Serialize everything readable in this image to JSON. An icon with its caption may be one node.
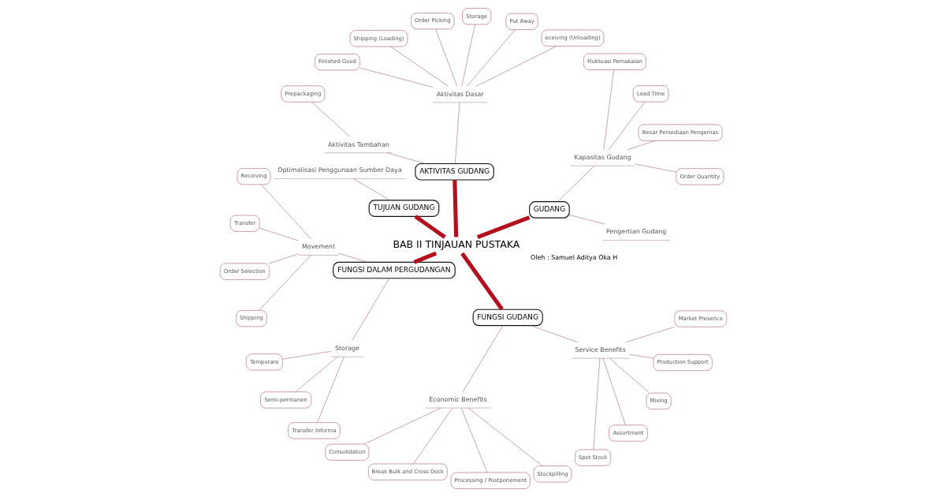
{
  "diagram": {
    "nodes": [
      {
        "text": [
          "BAB II TINJAUAN PUSTAKA"
        ]
      },
      {
        "text": [
          "GUDANG"
        ]
      },
      {
        "text": [
          "Pengertian Gudang"
        ]
      },
      {
        "text": [
          "Kapasitas Gudang"
        ]
      },
      {
        "text": [
          "Order Quantity"
        ]
      },
      {
        "text": [
          "Besar Persediaan Pengemas"
        ]
      },
      {
        "text": [
          "Lead Time"
        ]
      },
      {
        "text": [
          "Fluktuasi Pemakaian"
        ]
      },
      {
        "text": [
          "AKTIVITAS GUDANG"
        ]
      },
      {
        "text": [
          "Aktivitas Dasar"
        ]
      },
      {
        "text": [
          "eceiving (Unloading)"
        ]
      },
      {
        "text": [
          "Put Away"
        ]
      },
      {
        "text": [
          "Storage"
        ]
      },
      {
        "text": [
          "Order Picking"
        ]
      },
      {
        "text": [
          "Shipping (Loading)"
        ]
      },
      {
        "text": [
          "Finished Good"
        ]
      },
      {
        "text": [
          "Aktivitas Tambahan"
        ]
      },
      {
        "text": [
          "Prepackaging"
        ]
      },
      {
        "text": [
          "TUJUAN GUDANG"
        ]
      },
      {
        "text": [
          "Optimalisasi Penggunaan Sumber Daya"
        ]
      },
      {
        "text": [
          "FUNGSI DALAM PERGUDANGAN"
        ]
      },
      {
        "text": [
          "Movement"
        ]
      },
      {
        "text": [
          "Receiving"
        ]
      },
      {
        "text": [
          "Transfer"
        ]
      },
      {
        "text": [
          "Order Selection"
        ]
      },
      {
        "text": [
          "Shipping"
        ]
      },
      {
        "text": [
          "Storage"
        ]
      },
      {
        "text": [
          "Temporare"
        ]
      },
      {
        "text": [
          "Semi-permanen"
        ]
      },
      {
        "text": [
          "Transfer Informa"
        ]
      },
      {
        "text": [
          "FUNGSI GUDANG"
        ]
      },
      {
        "text": [
          "Economic Benefits"
        ]
      },
      {
        "text": [
          "Consolidation"
        ]
      },
      {
        "text": [
          "Break Bulk and Cross Dock"
        ]
      },
      {
        "text": [
          "Processing / Postponement"
        ]
      },
      {
        "text": [
          "Stockpilling"
        ]
      },
      {
        "text": [
          "Service Benefits"
        ]
      },
      {
        "text": [
          "Spot Stock"
        ]
      },
      {
        "text": [
          "Assortment"
        ]
      },
      {
        "text": [
          "Mixing"
        ]
      },
      {
        "text": [
          "Production Support"
        ]
      },
      {
        "text": [
          "Market Presence"
        ]
      }
    ],
    "edges": [
      {
        "from": 0,
        "to": 1,
        "arrow": "none",
        "style": "thick",
        "color": "#b3101e"
      },
      {
        "from": 1,
        "to": 2,
        "arrow": "none"
      },
      {
        "from": 1,
        "to": 3,
        "arrow": "none"
      },
      {
        "from": 3,
        "to": 4,
        "arrow": "none"
      },
      {
        "from": 3,
        "to": 5,
        "arrow": "none"
      },
      {
        "from": 3,
        "to": 6,
        "arrow": "none"
      },
      {
        "from": 3,
        "to": 7,
        "arrow": "none"
      },
      {
        "from": 0,
        "to": 8,
        "arrow": "none",
        "style": "thick",
        "color": "#b3101e"
      },
      {
        "from": 8,
        "to": 9,
        "arrow": "none"
      },
      {
        "from": 9,
        "to": 10,
        "arrow": "none"
      },
      {
        "from": 9,
        "to": 11,
        "arrow": "none"
      },
      {
        "from": 9,
        "to": 12,
        "arrow": "none"
      },
      {
        "from": 9,
        "to": 13,
        "arrow": "none"
      },
      {
        "from": 9,
        "to": 14,
        "arrow": "none"
      },
      {
        "from": 9,
        "to": 15,
        "arrow": "none"
      },
      {
        "from": 8,
        "to": 16,
        "arrow": "none"
      },
      {
        "from": 16,
        "to": 17,
        "arrow": "none"
      },
      {
        "from": 0,
        "to": 18,
        "arrow": "none",
        "style": "thick",
        "color": "#b3101e"
      },
      {
        "from": 18,
        "to": 19,
        "arrow": "none"
      },
      {
        "from": 0,
        "to": 20,
        "arrow": "none",
        "style": "thick",
        "color": "#b3101e"
      },
      {
        "from": 20,
        "to": 21,
        "arrow": "none"
      },
      {
        "from": 21,
        "to": 22,
        "arrow": "none"
      },
      {
        "from": 21,
        "to": 23,
        "arrow": "none"
      },
      {
        "from": 21,
        "to": 24,
        "arrow": "none"
      },
      {
        "from": 21,
        "to": 25,
        "arrow": "none"
      },
      {
        "from": 20,
        "to": 26,
        "arrow": "none"
      },
      {
        "from": 26,
        "to": 27,
        "arrow": "none"
      },
      {
        "from": 26,
        "to": 28,
        "arrow": "none"
      },
      {
        "from": 26,
        "to": 29,
        "arrow": "none"
      },
      {
        "from": 0,
        "to": 30,
        "arrow": "none",
        "style": "thick",
        "color": "#b3101e"
      },
      {
        "from": 30,
        "to": 31,
        "arrow": "none"
      },
      {
        "from": 31,
        "to": 32,
        "arrow": "none"
      },
      {
        "from": 31,
        "to": 33,
        "arrow": "none"
      },
      {
        "from": 31,
        "to": 34,
        "arrow": "none"
      },
      {
        "from": 31,
        "to": 35,
        "arrow": "none"
      },
      {
        "from": 30,
        "to": 36,
        "arrow": "none"
      },
      {
        "from": 36,
        "to": 37,
        "arrow": "none"
      },
      {
        "from": 36,
        "to": 38,
        "arrow": "none"
      },
      {
        "from": 36,
        "to": 39,
        "arrow": "none"
      },
      {
        "from": 36,
        "to": 40,
        "arrow": "none"
      },
      {
        "from": 36,
        "to": 41,
        "arrow": "none"
      }
    ],
    "labels": [
      "Oleh : Samuel Aditya Oka H"
    ]
  }
}
